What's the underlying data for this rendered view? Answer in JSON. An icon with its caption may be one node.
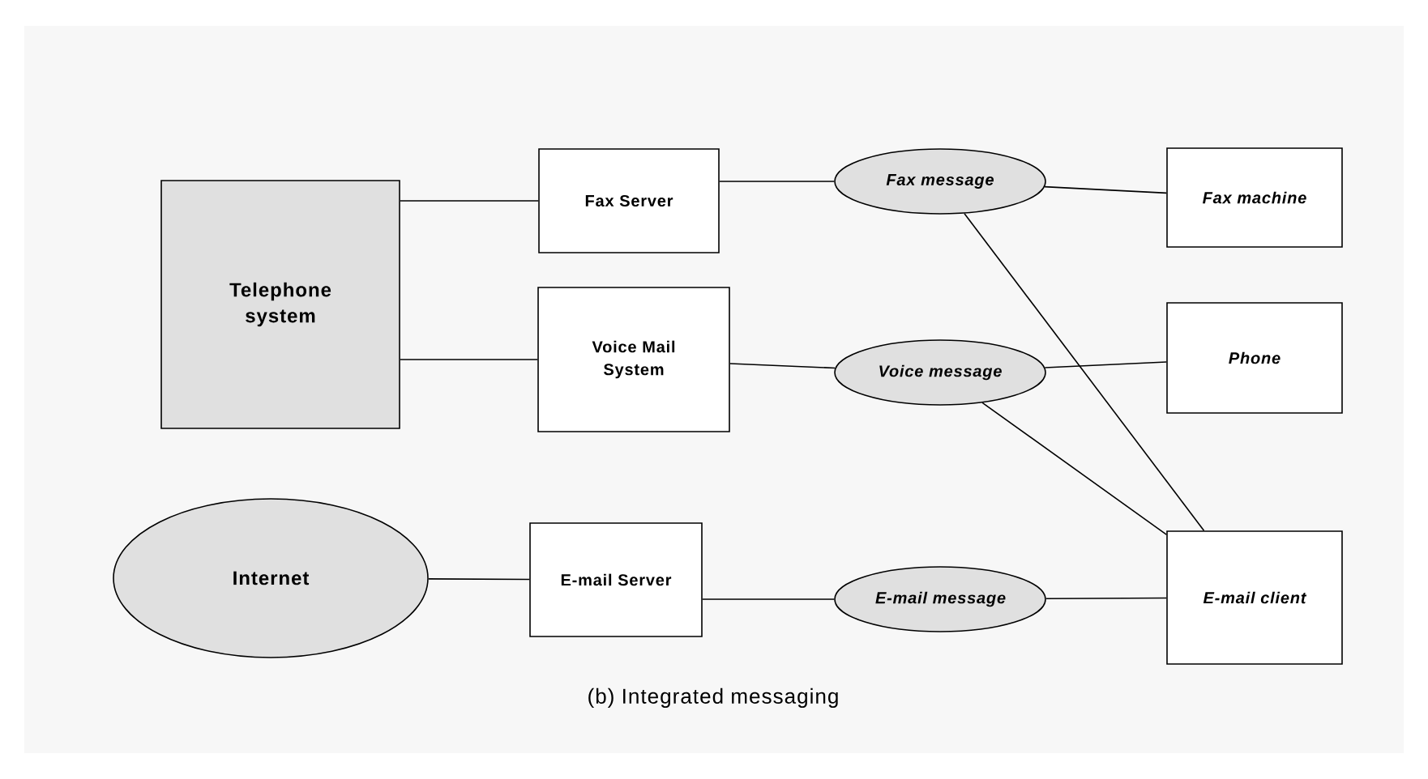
{
  "diagram": {
    "caption": "(b) Integrated messaging",
    "nodes": [
      {
        "text": [
          "Telephone system"
        ]
      },
      {
        "text": [
          "Fax Server"
        ]
      },
      {
        "text": [
          "Fax message"
        ]
      },
      {
        "text": [
          "Fax machine"
        ]
      },
      {
        "text": [
          "Voice Mail System"
        ]
      },
      {
        "text": [
          "Voice message"
        ]
      },
      {
        "text": [
          "Phone"
        ]
      },
      {
        "text": [
          "Internet"
        ]
      },
      {
        "text": [
          "E-mail Server"
        ]
      },
      {
        "text": [
          "E-mail message"
        ]
      },
      {
        "text": [
          "E-mail client"
        ]
      }
    ],
    "edges": [
      {
        "from": 0,
        "to": 1,
        "arrow": "none"
      },
      {
        "from": 0,
        "to": 4,
        "arrow": "none"
      },
      {
        "from": 1,
        "to": 2,
        "arrow": "none"
      },
      {
        "from": 2,
        "to": 3,
        "arrow": "none"
      },
      {
        "from": 2,
        "to": 10,
        "arrow": "none"
      },
      {
        "from": 4,
        "to": 5,
        "arrow": "none"
      },
      {
        "from": 5,
        "to": 6,
        "arrow": "none"
      },
      {
        "from": 5,
        "to": 10,
        "arrow": "none"
      },
      {
        "from": 7,
        "to": 8,
        "arrow": "none"
      },
      {
        "from": 8,
        "to": 9,
        "arrow": "none"
      },
      {
        "from": 9,
        "to": 10,
        "arrow": "none"
      }
    ]
  }
}
